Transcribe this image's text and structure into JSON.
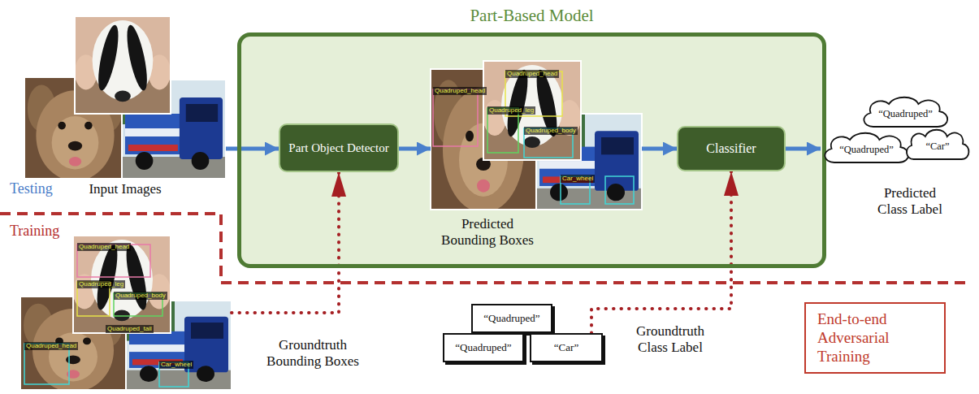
{
  "diagram": {
    "nodes": [
      {
        "text": [
          "Part-Based Model"
        ]
      },
      {
        "text": [
          "Input Images"
        ]
      },
      {
        "text": [
          "Part Object Detector"
        ],
        "in": 0
      },
      {
        "text": [
          "Predicted Bounding Boxes"
        ],
        "in": 0
      },
      {
        "text": [
          "Classifier"
        ],
        "in": 0
      },
      {
        "text": [
          "“Quadruped”"
        ]
      },
      {
        "text": [
          "“Quadruped”"
        ]
      },
      {
        "text": [
          "“Car”"
        ]
      },
      {
        "text": [
          "Groundtruth Bounding Boxes"
        ]
      },
      {
        "text": [
          "“Quadruped”"
        ]
      },
      {
        "text": [
          "“Quadruped”"
        ]
      },
      {
        "text": [
          "“Car”"
        ]
      },
      {
        "text": [
          "End-to-end Adversarial Training"
        ]
      }
    ],
    "edges": [
      {
        "from": 1,
        "to": 2,
        "arrow": "to"
      },
      {
        "from": 2,
        "to": 3,
        "arrow": "to"
      },
      {
        "from": 3,
        "to": 4,
        "arrow": "to"
      },
      {
        "from": 4,
        "to": 6,
        "arrow": "to"
      },
      {
        "from": 8,
        "to": 2,
        "arrow": "to"
      },
      {
        "from": 11,
        "to": 4,
        "arrow": "to"
      }
    ],
    "labels": [
      "Testing",
      "Training",
      "Quadruped_head",
      "Quadruped_head",
      "Quadruped_leg",
      "Quadruped_body",
      "Car_wheel",
      "Predicted Class Label",
      "Quadruped_head",
      "Quadruped_leg",
      "Quadruped_body",
      "Quadruped_tail",
      "Quadruped_head",
      "Car_wheel",
      "Groundtruth Class Label"
    ]
  }
}
